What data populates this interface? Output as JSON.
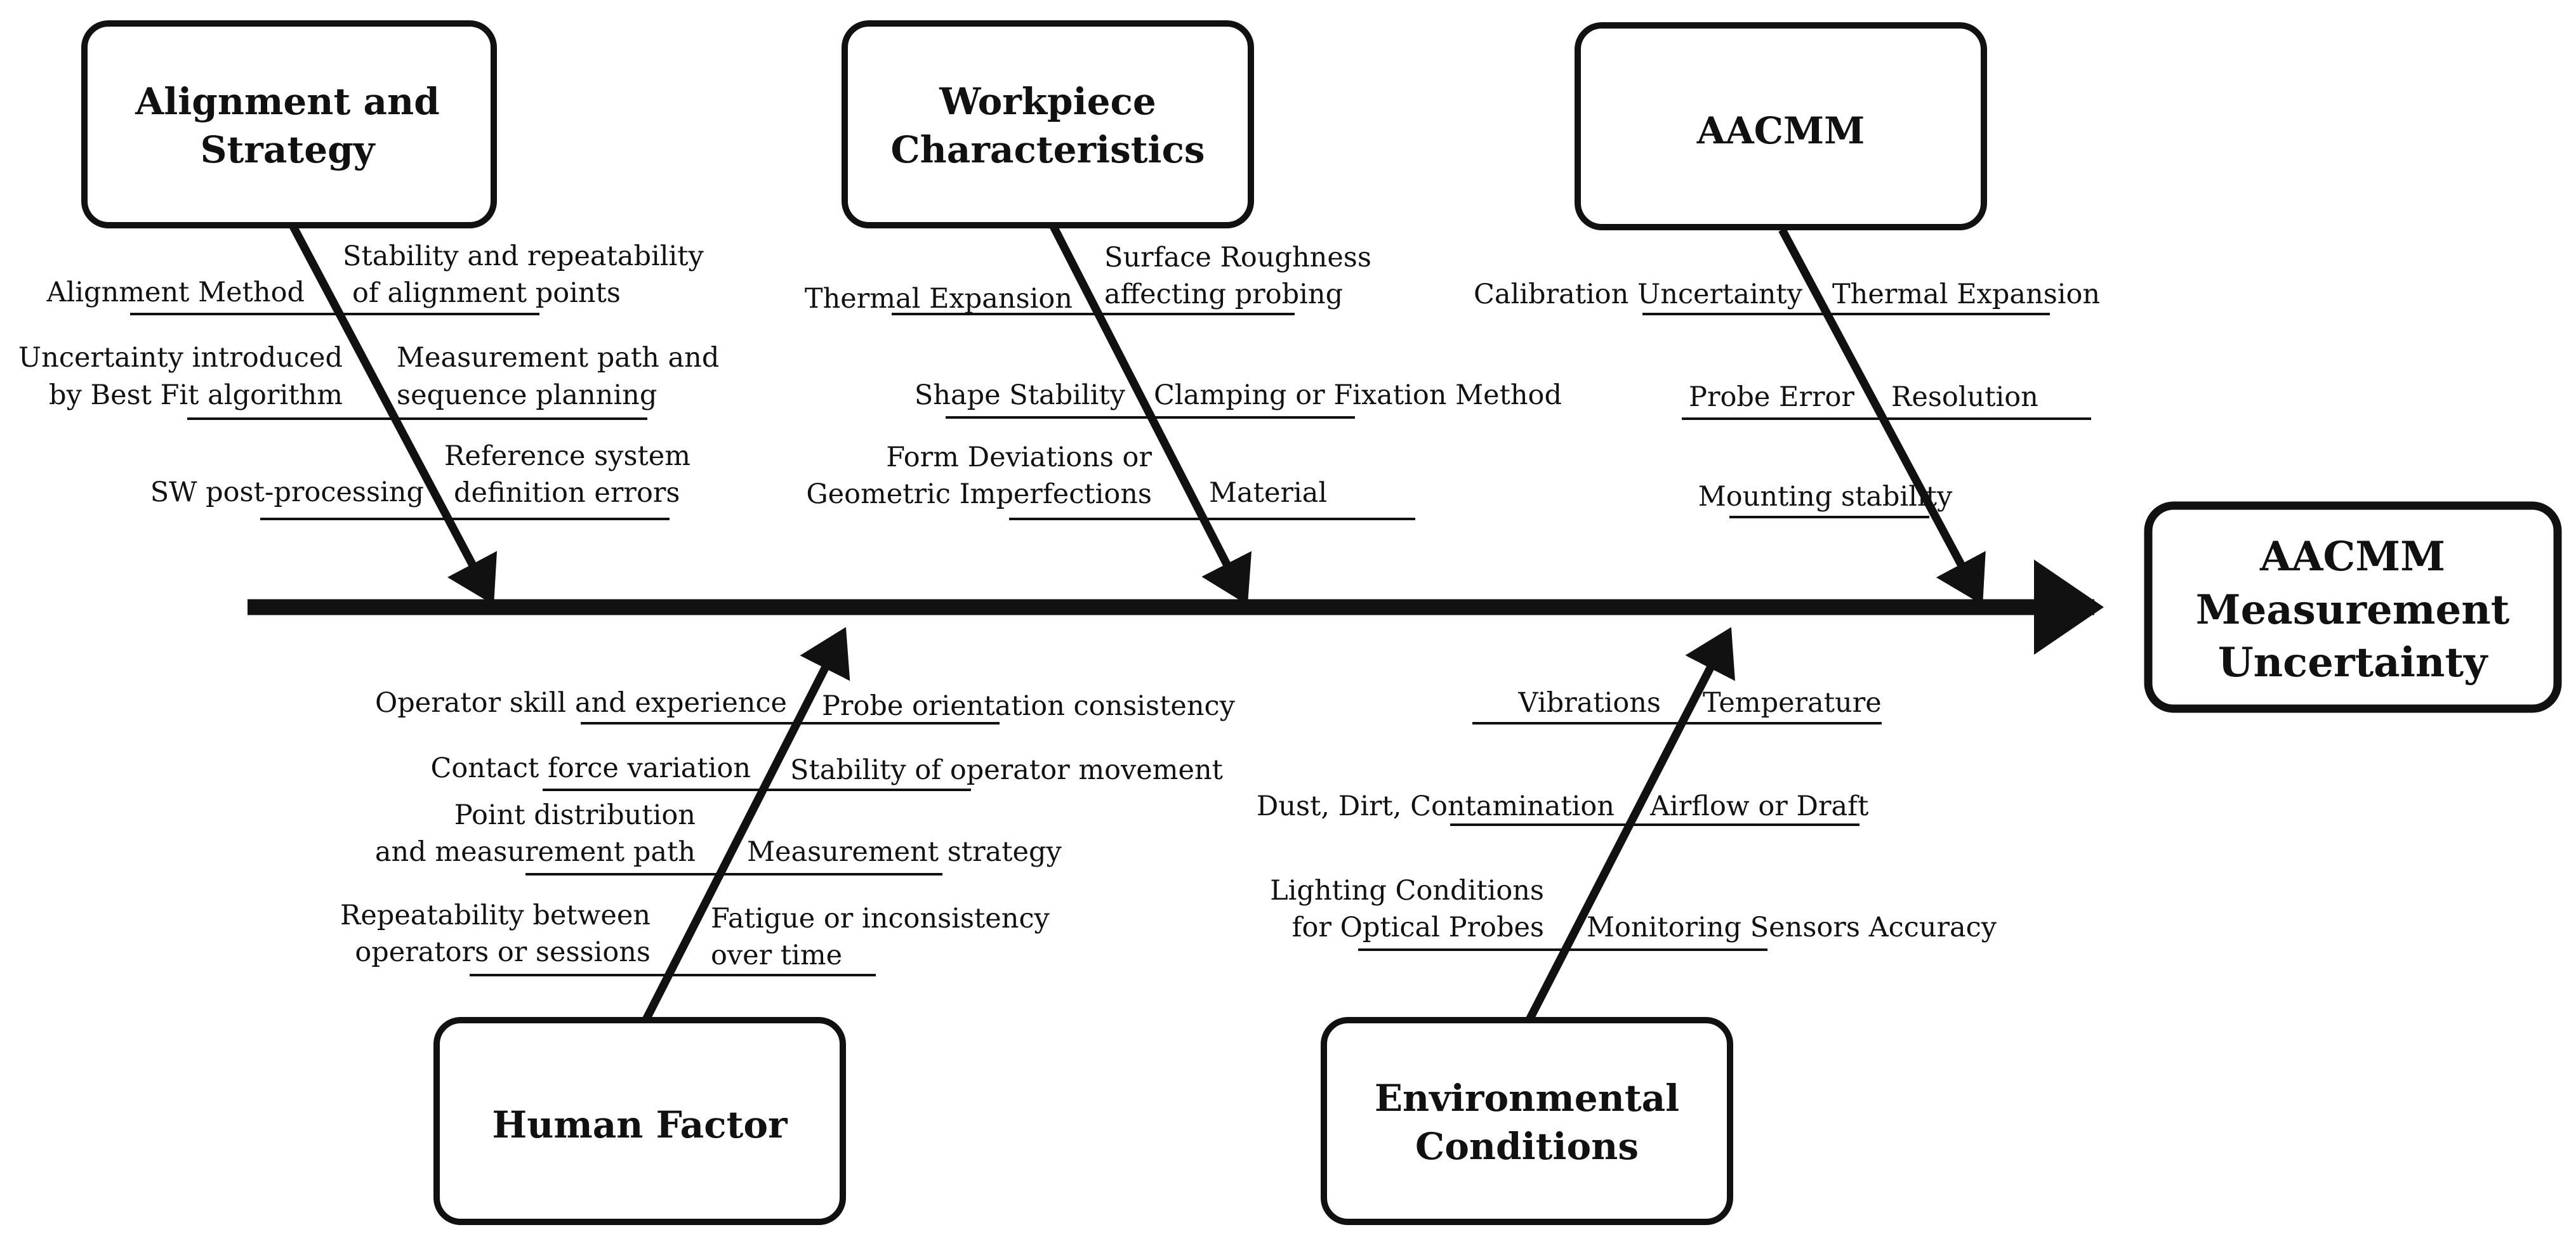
{
  "effect": {
    "lines": [
      "AACMM",
      "Measurement",
      "Uncertainty"
    ]
  },
  "categories": [
    {
      "id": "alignment",
      "title": [
        "Alignment and",
        "Strategy"
      ],
      "causes": [
        {
          "left": [
            "Alignment Method"
          ],
          "right": [
            "Stability and repeatability",
            "of alignment points"
          ]
        },
        {
          "left": [
            "Uncertainty introduced",
            "by Best Fit algorithm"
          ],
          "right": [
            "Measurement path and",
            "sequence planning"
          ]
        },
        {
          "left": [
            "SW post-processing"
          ],
          "right": [
            "Reference system",
            "definition errors"
          ]
        }
      ]
    },
    {
      "id": "workpiece",
      "title": [
        "Workpiece",
        "Characteristics"
      ],
      "causes": [
        {
          "left": [
            "Thermal Expansion"
          ],
          "right": [
            "Surface Roughness",
            "affecting probing"
          ]
        },
        {
          "left": [
            "Shape Stability"
          ],
          "right": [
            "Clamping or Fixation Method"
          ]
        },
        {
          "left": [
            "Form Deviations or",
            "Geometric Imperfections"
          ],
          "right": [
            "Material"
          ]
        }
      ]
    },
    {
      "id": "aacmm",
      "title": [
        "AACMM"
      ],
      "causes": [
        {
          "left": [
            "Calibration Uncertainty"
          ],
          "right": [
            "Thermal Expansion"
          ]
        },
        {
          "left": [
            "Probe Error"
          ],
          "right": [
            "Resolution"
          ]
        },
        {
          "left": [
            "Mounting stability"
          ],
          "right": []
        }
      ]
    },
    {
      "id": "human",
      "title": [
        "Human Factor"
      ],
      "causes": [
        {
          "left": [
            "Operator skill and experience"
          ],
          "right": [
            "Probe orientation consistency"
          ]
        },
        {
          "left": [
            "Contact force variation"
          ],
          "right": [
            "Stability of operator movement"
          ]
        },
        {
          "left": [
            "Point distribution",
            "and measurement path"
          ],
          "right": [
            "Measurement strategy"
          ]
        },
        {
          "left": [
            "Repeatability between",
            "operators or sessions"
          ],
          "right": [
            "Fatigue or inconsistency",
            "over time"
          ]
        }
      ]
    },
    {
      "id": "environment",
      "title": [
        "Environmental",
        "Conditions"
      ],
      "causes": [
        {
          "left": [
            "Vibrations"
          ],
          "right": [
            "Temperature"
          ]
        },
        {
          "left": [
            "Dust, Dirt, Contamination"
          ],
          "right": [
            "Airflow or Draft"
          ]
        },
        {
          "left": [
            "Lighting Conditions",
            "for Optical Probes"
          ],
          "right": [
            "Monitoring Sensors Accuracy"
          ]
        }
      ]
    }
  ]
}
